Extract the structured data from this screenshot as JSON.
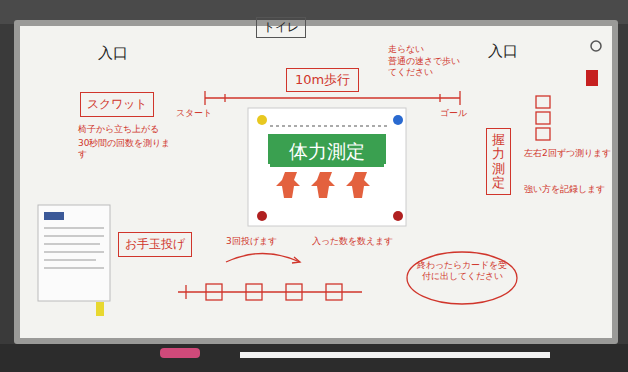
{
  "diagram": {
    "nodes": [
      {
        "text": [
          "体力測定"
        ]
      },
      {
        "text": [
          "トイレ"
        ]
      },
      {
        "text": [
          "10m歩行"
        ]
      },
      {
        "text": [
          "スクワット"
        ]
      },
      {
        "text": [
          "握力測定"
        ]
      },
      {
        "text": [
          "お手玉投げ"
        ]
      }
    ],
    "labels": [
      "入口",
      "入口",
      "走らない",
      "普通の速さで歩いてください",
      "スタート",
      "ゴール",
      "椅子から立ち上がる",
      "30秒間の回数を測ります",
      "左右2回ずつ測ります",
      "強い方を記録します",
      "3回投げます",
      "入った数を数えます",
      "終わったらカードを受付に出してください"
    ]
  }
}
